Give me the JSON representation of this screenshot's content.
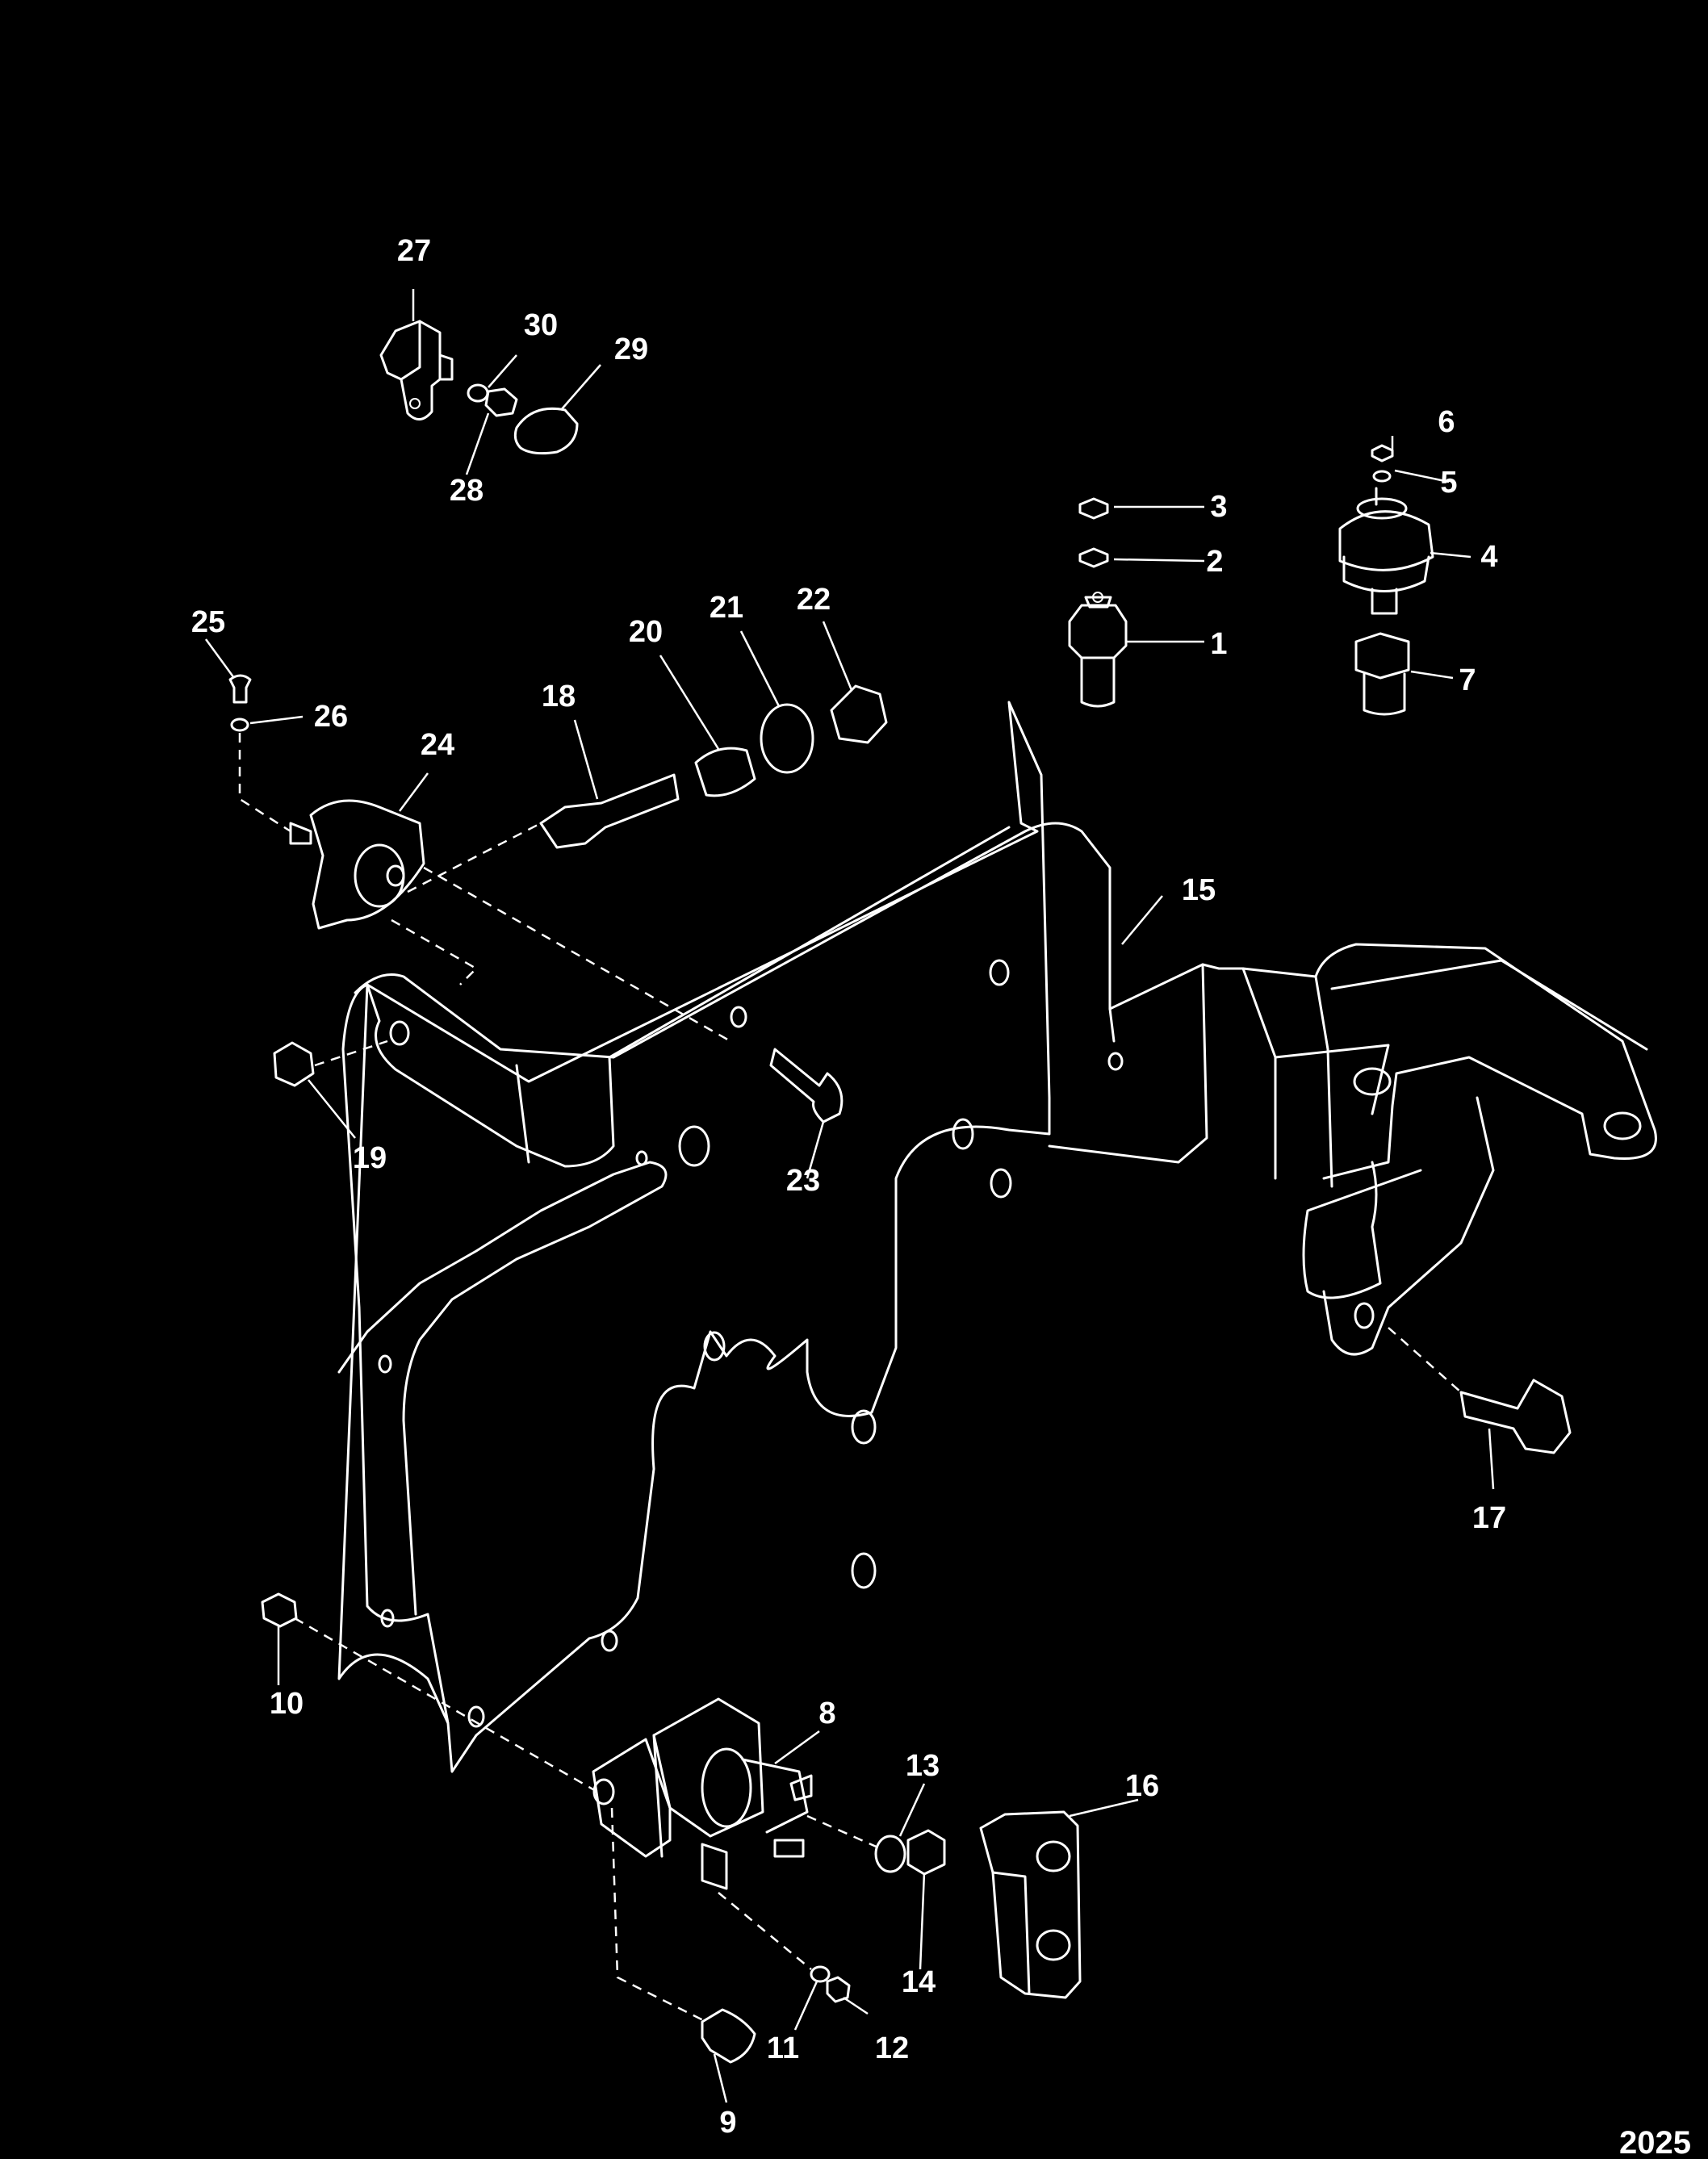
{
  "figure_number": "2025",
  "callouts": [
    {
      "id": "c1",
      "label": "1"
    },
    {
      "id": "c2",
      "label": "2"
    },
    {
      "id": "c3",
      "label": "3"
    },
    {
      "id": "c4",
      "label": "4"
    },
    {
      "id": "c5",
      "label": "5"
    },
    {
      "id": "c6",
      "label": "6"
    },
    {
      "id": "c7",
      "label": "7"
    },
    {
      "id": "c8",
      "label": "8"
    },
    {
      "id": "c9",
      "label": "9"
    },
    {
      "id": "c10",
      "label": "10"
    },
    {
      "id": "c11",
      "label": "11"
    },
    {
      "id": "c12",
      "label": "12"
    },
    {
      "id": "c13",
      "label": "13"
    },
    {
      "id": "c14",
      "label": "14"
    },
    {
      "id": "c15",
      "label": "15"
    },
    {
      "id": "c16",
      "label": "16"
    },
    {
      "id": "c17",
      "label": "17"
    },
    {
      "id": "c18",
      "label": "18"
    },
    {
      "id": "c19",
      "label": "19"
    },
    {
      "id": "c20",
      "label": "20"
    },
    {
      "id": "c21",
      "label": "21"
    },
    {
      "id": "c22",
      "label": "22"
    },
    {
      "id": "c23",
      "label": "23"
    },
    {
      "id": "c24",
      "label": "24"
    },
    {
      "id": "c25",
      "label": "25"
    },
    {
      "id": "c26",
      "label": "26"
    },
    {
      "id": "c27",
      "label": "27"
    },
    {
      "id": "c28",
      "label": "28"
    },
    {
      "id": "c29",
      "label": "29"
    },
    {
      "id": "c30",
      "label": "30"
    }
  ]
}
